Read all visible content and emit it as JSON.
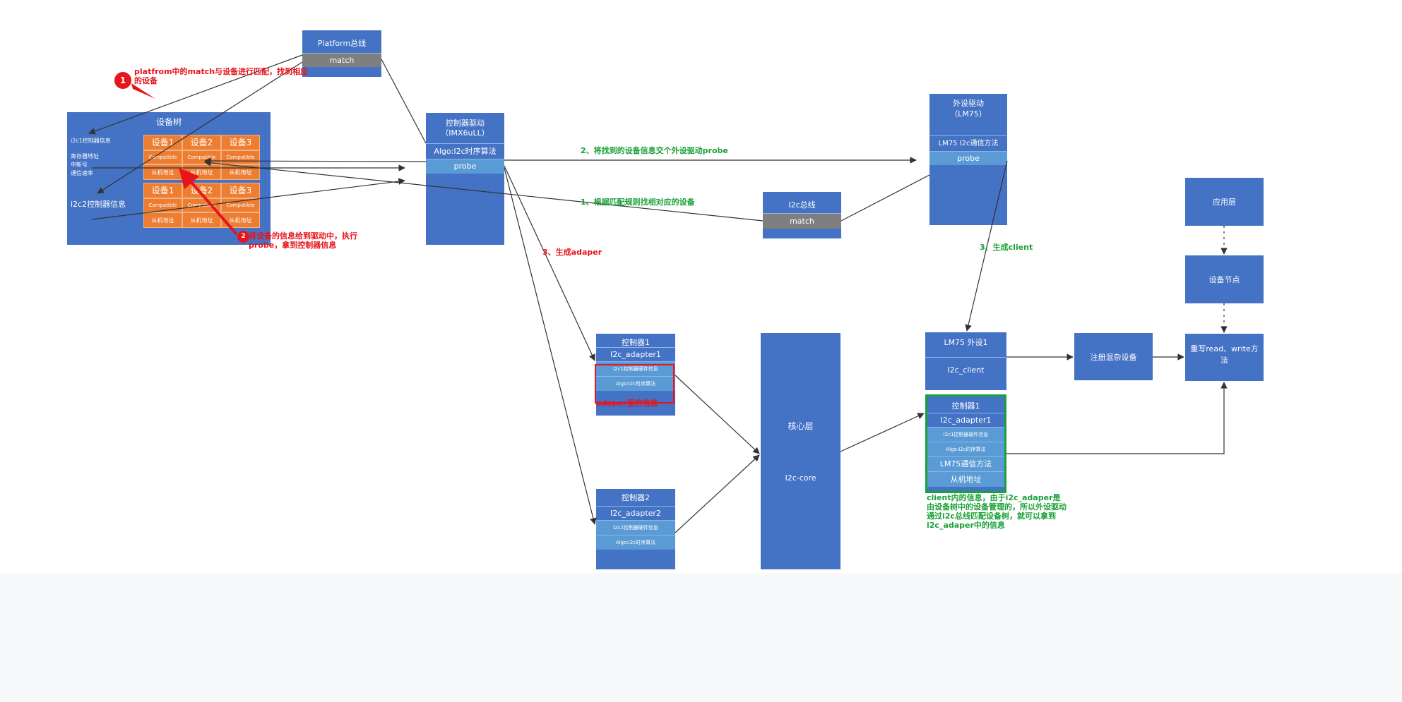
{
  "platform_bus": {
    "title": "Platform总线",
    "match": "match"
  },
  "device_tree": {
    "title": "设备树",
    "i2c1_info": "i2c1控制器信息",
    "i2c1_props": [
      "寄存器地址",
      "中断号",
      "通信速率"
    ],
    "i2c2_info": "i2c2控制器信息",
    "device_headers": [
      "设备1",
      "设备2",
      "设备3"
    ],
    "compatible_row": [
      "Compatible",
      "Compatible",
      "Compatible"
    ],
    "slave_row": [
      "从机地址",
      "从机地址",
      "从机地址"
    ]
  },
  "controller_driver": {
    "title": "控制器驱动",
    "subtitle": "（IMX6uLL）",
    "algo": "Algo:I2c时序算法",
    "probe": "probe"
  },
  "i2c_bus": {
    "title": "I2c总线",
    "match": "match"
  },
  "peripheral_driver": {
    "title": "外设驱动",
    "subtitle": "（LM75）",
    "method": "LM75 I2c通信方法",
    "probe": "probe"
  },
  "controller1": {
    "title": "控制器1",
    "adapter": "I2c_adapter1",
    "hw_info": "I2c1控制器硬件信息",
    "algo": "Algo:I2c时序算法"
  },
  "controller2": {
    "title": "控制器2",
    "adapter": "I2c_adapter2",
    "hw_info": "I2c2控制器硬件信息",
    "algo": "Algo:I2c时序算法"
  },
  "core": {
    "title": "核心层",
    "sub": "I2c-core"
  },
  "lm75_device": {
    "title": "LM75 外设1",
    "client": "I2c_client"
  },
  "client_controller": {
    "title": "控制器1",
    "adapter": "I2c_adapter1",
    "hw_info": "I2c1控制器硬件信息",
    "algo": "Algo:I2c时序算法",
    "method": "LM75通信方法",
    "slave": "从机地址"
  },
  "misc_device": {
    "label": "注册混杂设备"
  },
  "app_layer": {
    "label": "应用层"
  },
  "device_node": {
    "label": "设备节点"
  },
  "rewrite": {
    "label": "重写read、write方法"
  },
  "annotations": {
    "badge1": "1",
    "badge2": "2",
    "a1": "platfrom中的match与设备进行匹配，找到相应的设备",
    "a2": "将设备的信息给到驱动中，执行probe，拿到控制器信息",
    "a3": "2、将找到的设备信息交个外设驱动probe",
    "a4": "1、根据匹配规则找相对应的设备",
    "a5": "3、生成adaper",
    "a6": "3、生成client",
    "a7": "adaper里的信息",
    "a8": "client内的信息，由于i2c_adaper是由设备树中的设备管理的，所以外设驱动通过i2c总线匹配设备树，就可以拿到i2c_adaper中的信息"
  },
  "colors": {
    "block": "#4472c4",
    "row": "#5b9bd5",
    "orange": "#ed7d31",
    "grey": "#7f7f7f",
    "red": "#e8141b",
    "green": "#1aa137"
  }
}
